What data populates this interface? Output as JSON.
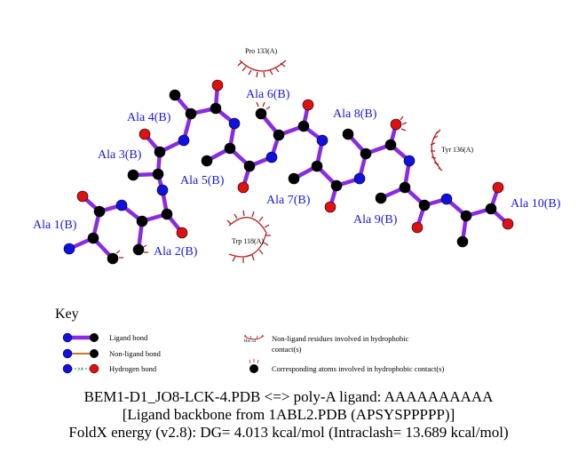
{
  "residues": [
    {
      "label": "Ala 1(B)"
    },
    {
      "label": "Ala 2(B)"
    },
    {
      "label": "Ala 3(B)"
    },
    {
      "label": "Ala 4(B)"
    },
    {
      "label": "Ala 5(B)"
    },
    {
      "label": "Ala 6(B)"
    },
    {
      "label": "Ala 7(B)"
    },
    {
      "label": "Ala 8(B)"
    },
    {
      "label": "Ala 9(B)"
    },
    {
      "label": "Ala 10(B)"
    }
  ],
  "contacts": [
    {
      "label": "Pro 133(A)"
    },
    {
      "label": "Tyr 136(A)"
    },
    {
      "label": "Trp 118(A)"
    }
  ],
  "key": {
    "title": "Key",
    "ligand_bond": "Ligand bond",
    "non_ligand_bond": "Non-ligand bond",
    "hydrogen_bond": "Hydrogen bond",
    "hbond_length": "3.0",
    "sample_residue": "His 53",
    "hydrophobic_residues_line1": "Non-ligand residues involved in hydrophobic",
    "hydrophobic_residues_line2": "contact(s)",
    "hydrophobic_atoms": "Corresponding atoms involved in hydrophobic contact(s)"
  },
  "caption": {
    "line1": "BEM1-D1_JO8-LCK-4.PDB <=> poly-A ligand: AAAAAAAAAA",
    "line2": "[Ligand backbone from 1ABL2.PDB (APSYSPPPPP)]",
    "line3": "FoldX energy (v2.8): DG= 4.013 kcal/mol (Intraclash= 13.689 kcal/mol)"
  },
  "colors": {
    "ligand_bond": "#8a2be2",
    "non_ligand_bond": "#c8782a",
    "hydrogen_bond": "#2e8b2e",
    "hydrophobic_arc": "#b22222",
    "carbon": "#000000",
    "nitrogen": "#1010e0",
    "oxygen": "#e01010",
    "residue_label": "#1a1adc"
  }
}
